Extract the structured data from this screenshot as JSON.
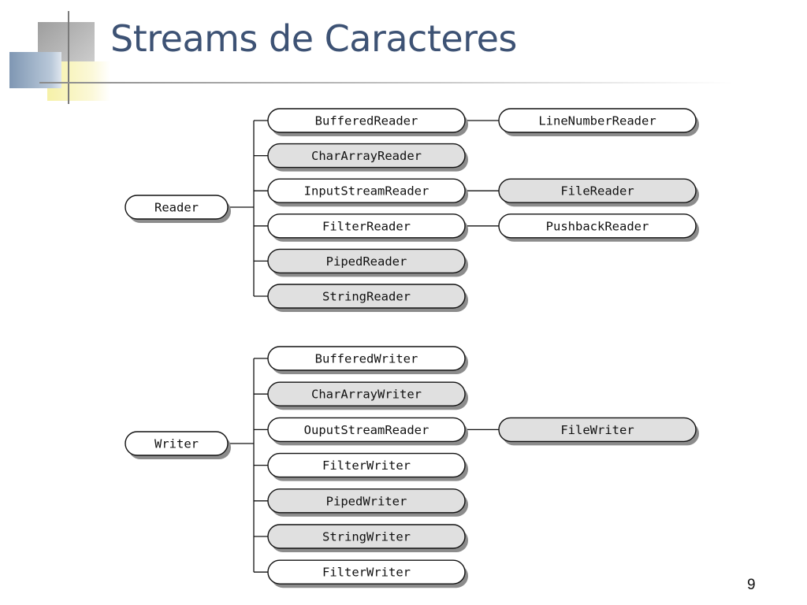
{
  "slide": {
    "title": "Streams de Caracteres",
    "page_number": "9"
  },
  "diagram": {
    "reader_group": {
      "root": {
        "label": "Reader",
        "shaded": false
      },
      "children": [
        {
          "label": "BufferedReader",
          "shaded": false,
          "sub": {
            "label": "LineNumberReader",
            "shaded": false
          }
        },
        {
          "label": "CharArrayReader",
          "shaded": true
        },
        {
          "label": "InputStreamReader",
          "shaded": false,
          "sub": {
            "label": "FileReader",
            "shaded": true
          }
        },
        {
          "label": "FilterReader",
          "shaded": false,
          "sub": {
            "label": "PushbackReader",
            "shaded": false
          }
        },
        {
          "label": "PipedReader",
          "shaded": true
        },
        {
          "label": "StringReader",
          "shaded": true
        }
      ]
    },
    "writer_group": {
      "root": {
        "label": "Writer",
        "shaded": false
      },
      "children": [
        {
          "label": "BufferedWriter",
          "shaded": false
        },
        {
          "label": "CharArrayWriter",
          "shaded": true
        },
        {
          "label": "OuputStreamReader",
          "shaded": false,
          "sub": {
            "label": "FileWriter",
            "shaded": true
          }
        },
        {
          "label": "FilterWriter",
          "shaded": false
        },
        {
          "label": "PipedWriter",
          "shaded": true
        },
        {
          "label": "StringWriter",
          "shaded": true
        },
        {
          "label": "FilterWriter",
          "shaded": false
        }
      ]
    },
    "colors": {
      "shaded_fill": "#e0e0e0",
      "plain_fill": "#ffffff",
      "stroke": "#111111",
      "shadow": "#8c8c8c"
    }
  }
}
